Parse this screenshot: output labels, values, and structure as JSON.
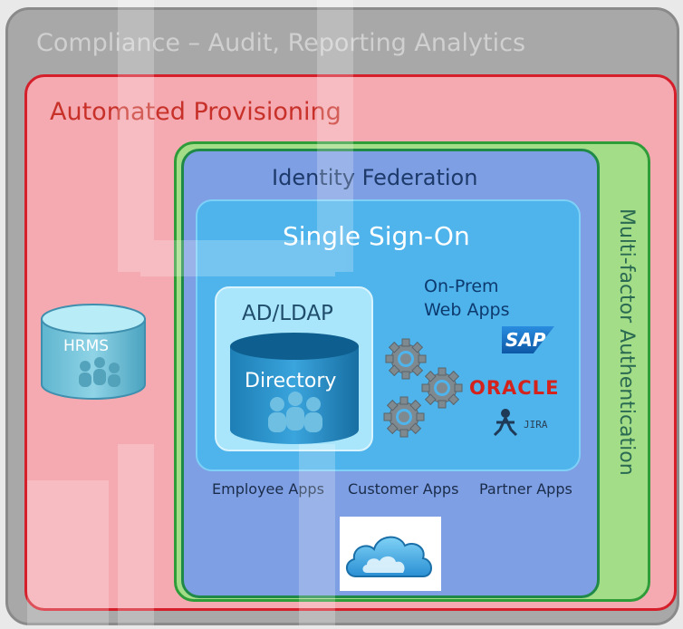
{
  "layers": {
    "compliance": "Compliance – Audit, Reporting Analytics",
    "provisioning": "Automated Provisioning",
    "mfa": "Multi-factor Authentication",
    "federation": "Identity Federation",
    "sso": "Single Sign-On",
    "adldap": "AD/LDAP"
  },
  "directory_label": "Directory",
  "hrms_label": "HRMS",
  "onprem": {
    "line1": "On-Prem",
    "line2": "Web Apps"
  },
  "vendors": {
    "sap": "SAP",
    "oracle": "ORACLE",
    "jira": "JIRA"
  },
  "app_groups": {
    "employee": "Employee Apps",
    "customer": "Customer Apps",
    "partner": "Partner Apps"
  },
  "icons": [
    "gear-icon",
    "cloud-icon",
    "people-icon",
    "database-icon",
    "jira-logo-icon"
  ],
  "colors": {
    "compliance": "#a8a8a8",
    "provisioning": "#f4aab0",
    "provisioning_border": "#d51f2b",
    "mfa": "#a3dd87",
    "federation": "#7e9fe3",
    "sso": "#4fb4ec",
    "adldap": "#a9e6fb"
  }
}
